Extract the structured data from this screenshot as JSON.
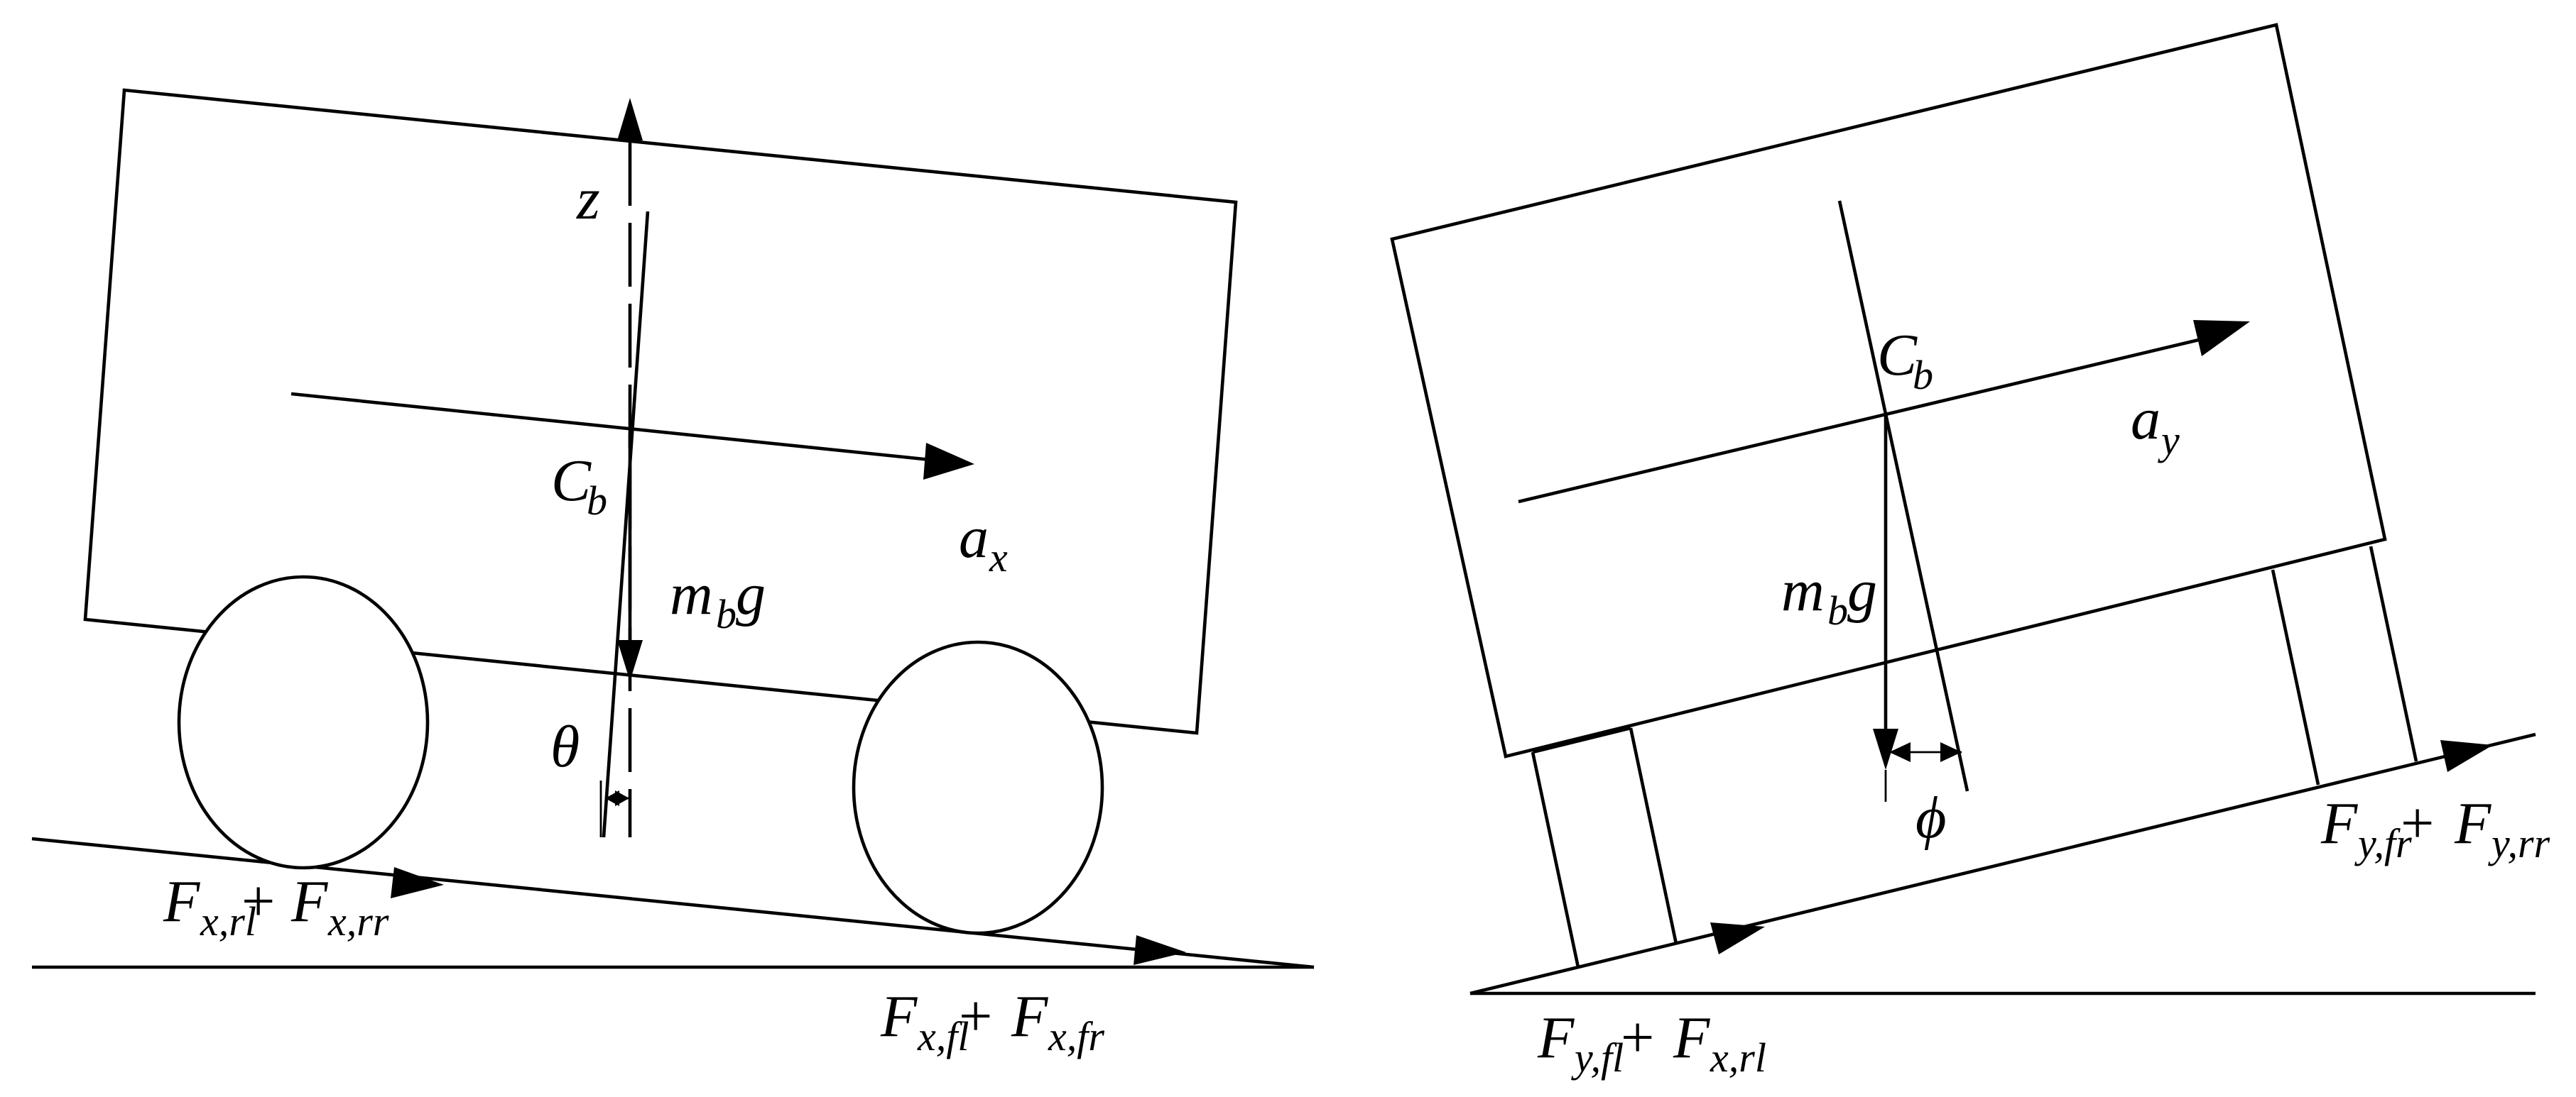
{
  "left_panel": {
    "z_main": "z",
    "cb_main": "C",
    "cb_sub": "b",
    "ax_main": "a",
    "ax_sub": "x",
    "mbg_m": "m",
    "mbg_sub": "b",
    "mbg_g": "g",
    "theta": "θ",
    "rear_force": {
      "f1": "F",
      "s1": "x,rl",
      "plus": " + ",
      "f2": "F",
      "s2": "x,rr"
    },
    "front_force": {
      "f1": "F",
      "s1": "x,fl",
      "plus": " + ",
      "f2": "F",
      "s2": "x,fr"
    }
  },
  "right_panel": {
    "cb_main": "C",
    "cb_sub": "b",
    "ay_main": "a",
    "ay_sub": "y",
    "mbg_m": "m",
    "mbg_sub": "b",
    "mbg_g": "g",
    "phi": "ϕ",
    "right_force": {
      "f1": "F",
      "s1": "y,fr",
      "plus": " + ",
      "f2": "F",
      "s2": "y,rr"
    },
    "left_force": {
      "f1": "F",
      "s1": "y,fl",
      "plus": " + ",
      "f2": "F",
      "s2": "x,rl"
    }
  }
}
